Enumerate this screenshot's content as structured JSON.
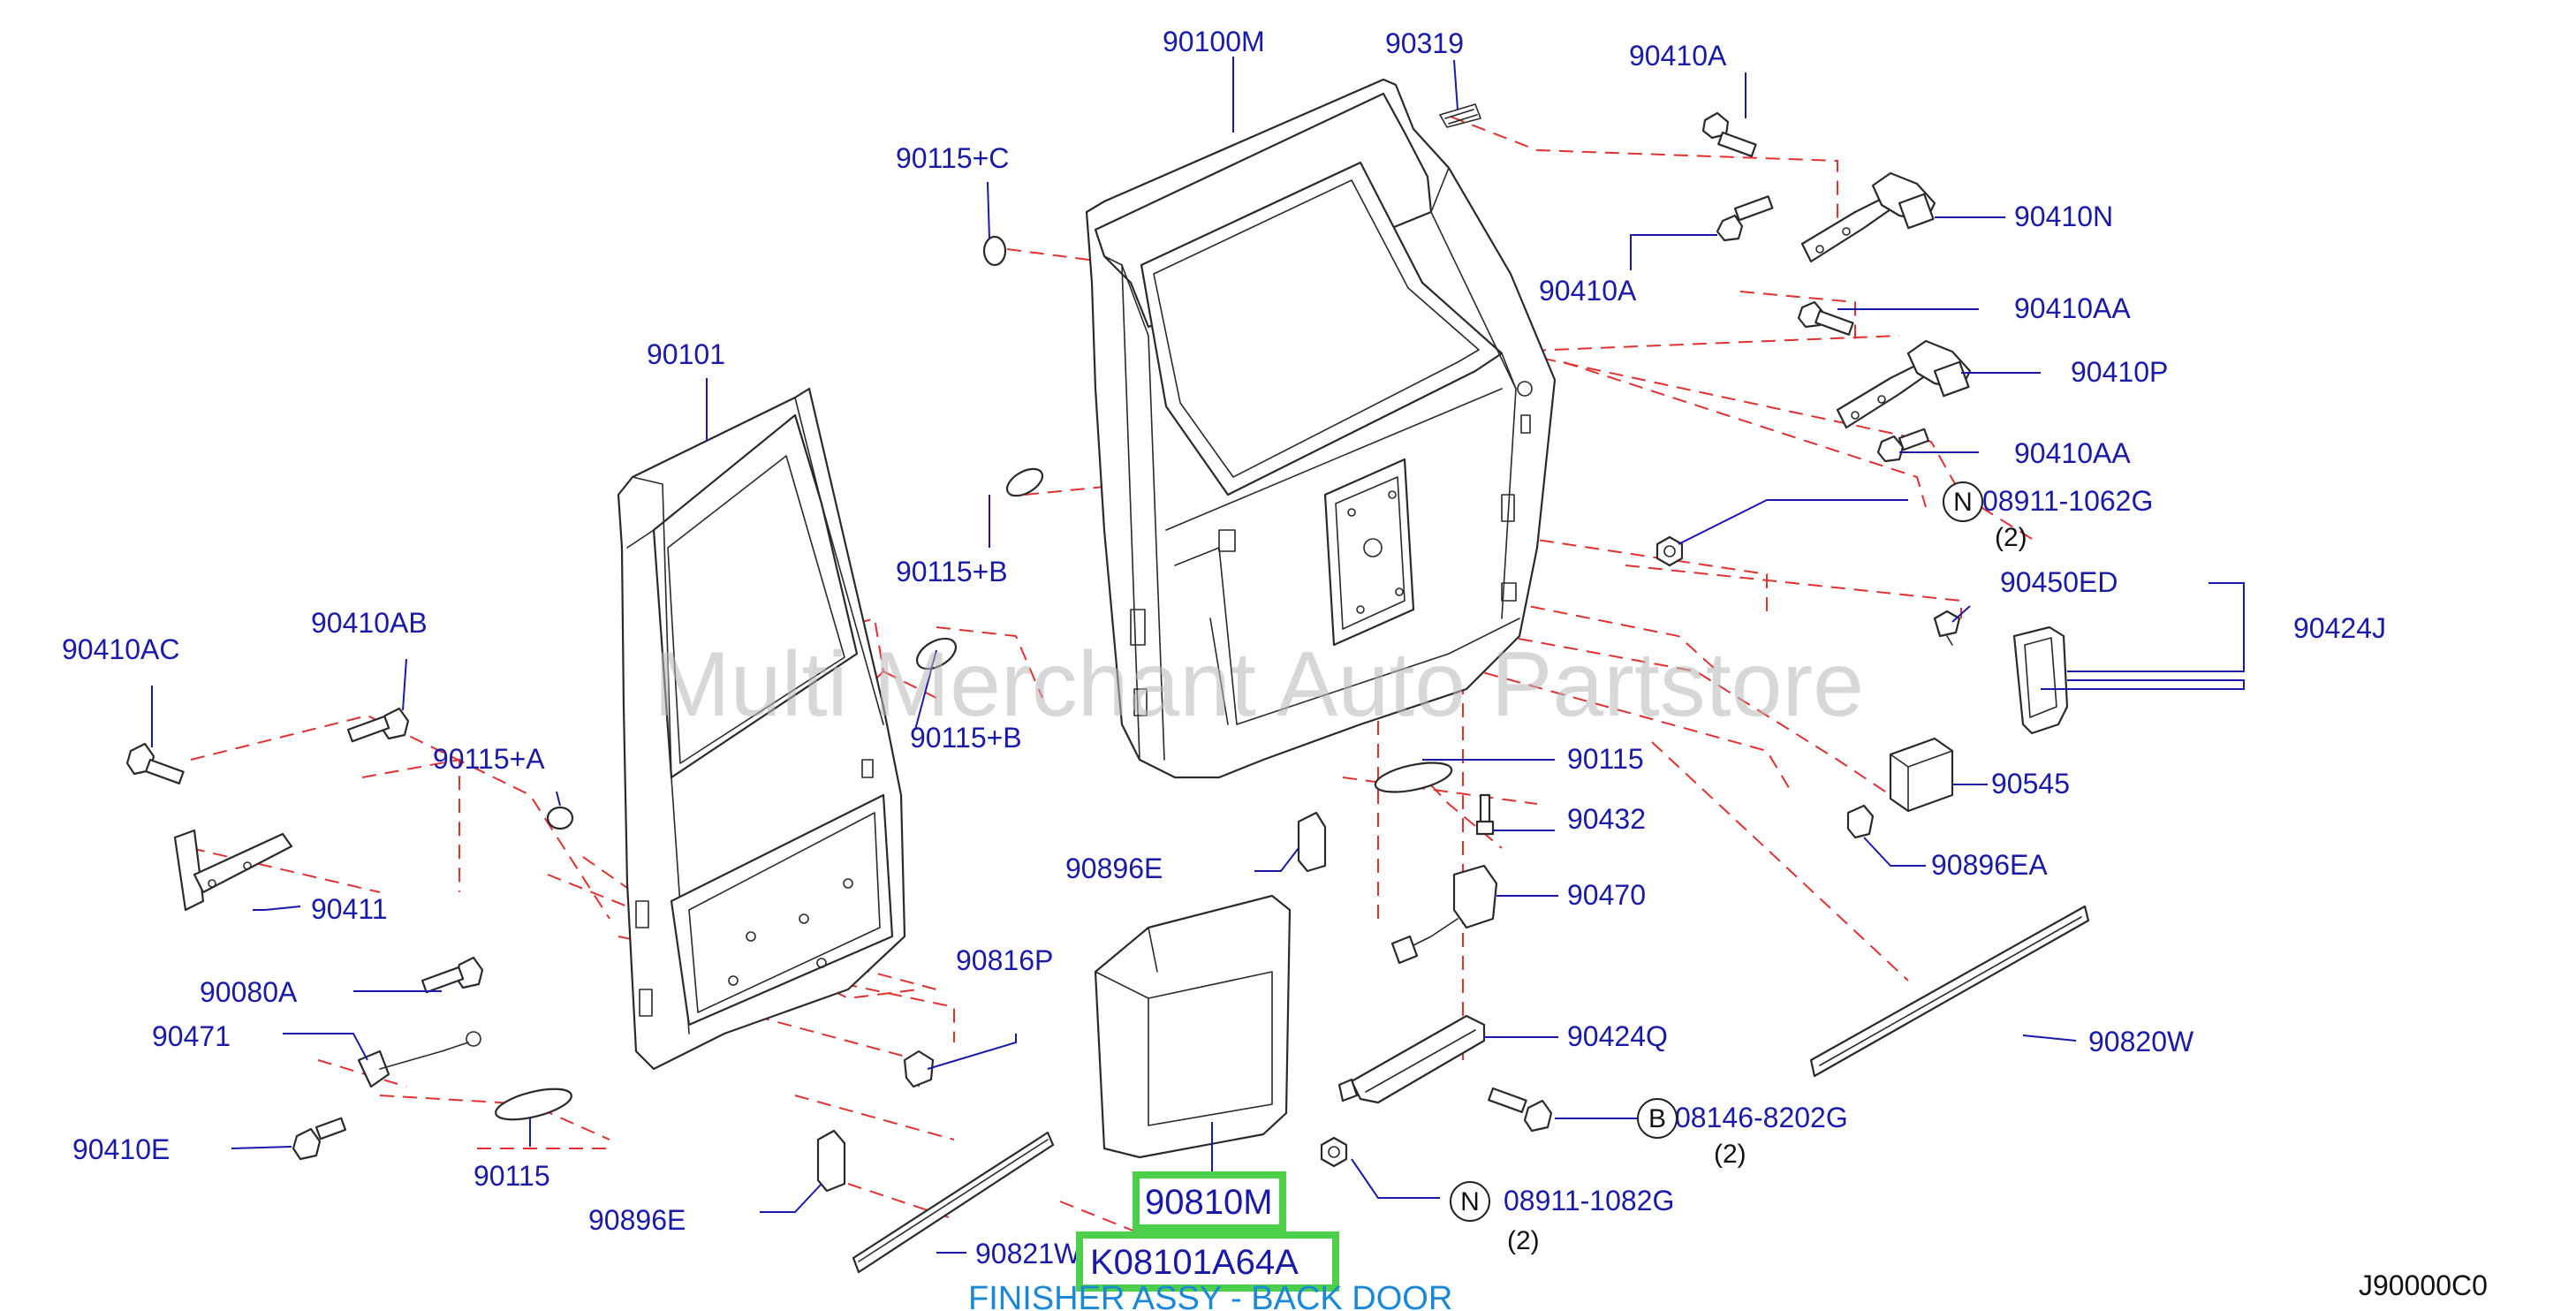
{
  "diagram": {
    "watermark": "Multi Merchant Auto Partstore",
    "figure_code": "J90000C0",
    "labels": {
      "p_90100M": "90100M",
      "p_90319": "90319",
      "p_90410A_top": "90410A",
      "p_90115C": "90115+C",
      "p_90410N": "90410N",
      "p_90410A_mid": "90410A",
      "p_90410AA_1": "90410AA",
      "p_90410P": "90410P",
      "p_90410AA_2": "90410AA",
      "p_90101": "90101",
      "p_08911_1062G": "08911-1062G",
      "p_90115B_1": "90115+B",
      "p_90450ED": "90450ED",
      "p_90424J": "90424J",
      "p_90410AC": "90410AC",
      "p_90410AB": "90410AB",
      "p_90115B_2": "90115+B",
      "p_90115A": "90115+A",
      "p_90115_mid": "90115",
      "p_90432": "90432",
      "p_90545": "90545",
      "p_90411": "90411",
      "p_90896E_mid": "90896E",
      "p_90896EA": "90896EA",
      "p_90470": "90470",
      "p_90080A": "90080A",
      "p_90816P": "90816P",
      "p_90471": "90471",
      "p_90424Q": "90424Q",
      "p_90820W": "90820W",
      "p_08146_8202G": "08146-8202G",
      "p_90410E": "90410E",
      "p_90115_low": "90115",
      "p_90896E_low": "90896E",
      "p_08911_1082G": "08911-1082G",
      "p_90821W": "90821W"
    },
    "quantities": {
      "q1": "(2)",
      "q2": "(2)",
      "q3": "(2)"
    },
    "badges": {
      "b1": "N",
      "b2": "B",
      "b3": "N"
    },
    "highlight": {
      "part_number": "90810M",
      "oem_number": "K08101A64A",
      "description": "FINISHER ASSY - BACK DOOR"
    },
    "colors": {
      "label": "#1a1aa8",
      "dashed_line": "#e03030",
      "highlight_box": "#4cd04c",
      "description": "#1a88d8"
    }
  }
}
